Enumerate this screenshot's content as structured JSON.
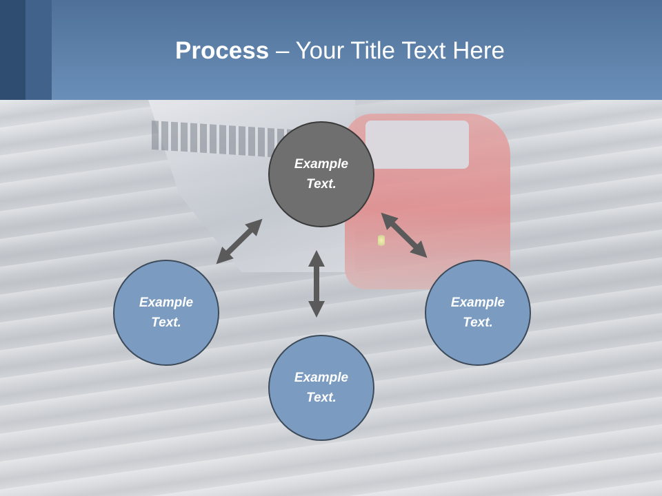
{
  "slide": {
    "title_bold": "Process",
    "title_rest": " – Your Title Text Here"
  },
  "diagram": {
    "nodes": {
      "top": {
        "line1": "Example",
        "line2": "Text."
      },
      "left": {
        "line1": "Example",
        "line2": "Text."
      },
      "right": {
        "line1": "Example",
        "line2": "Text."
      },
      "bottom": {
        "line1": "Example",
        "line2": "Text."
      }
    }
  },
  "colors": {
    "header": "#6a8fb8",
    "header_dark_band": "#2f4d71",
    "center_node": "#6f6f6f",
    "outer_node": "#7b9cc0",
    "arrow": "#5a5a5a"
  },
  "icons": [
    "double-arrow-icon"
  ]
}
